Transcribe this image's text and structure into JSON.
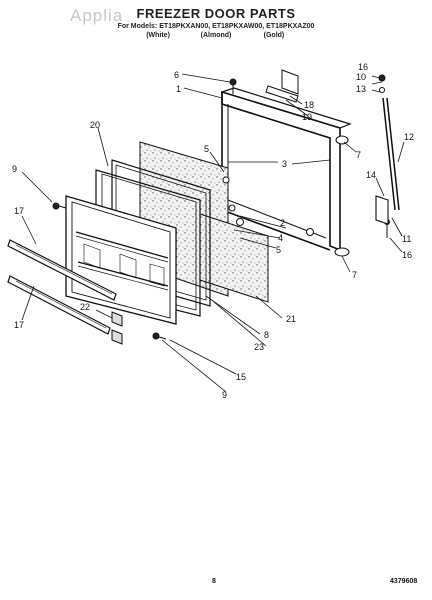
{
  "header": {
    "watermark": "Applia",
    "title": "FREEZER DOOR PARTS",
    "models_line": "For Models: ET18PKXAN00, ET18PKXAW00, ET18PKXAZ00",
    "colors": [
      "(White)",
      "(Almond)",
      "(Gold)"
    ]
  },
  "callouts": {
    "c1": "1",
    "c2": "2",
    "c3": "3",
    "c4": "4",
    "c5a": "5",
    "c5b": "5",
    "c6": "6",
    "c7a": "7",
    "c7b": "7",
    "c8": "8",
    "c9a": "9",
    "c9b": "9",
    "c10": "10",
    "c11": "11",
    "c12": "12",
    "c13": "13",
    "c14": "14",
    "c15": "15",
    "c16a": "16",
    "c16b": "16",
    "c17a": "17",
    "c17b": "17",
    "c18": "18",
    "c19": "19",
    "c20": "20",
    "c21": "21",
    "c22": "22",
    "c23": "23"
  },
  "footer": {
    "page": "8",
    "doc_number": "4379608"
  }
}
